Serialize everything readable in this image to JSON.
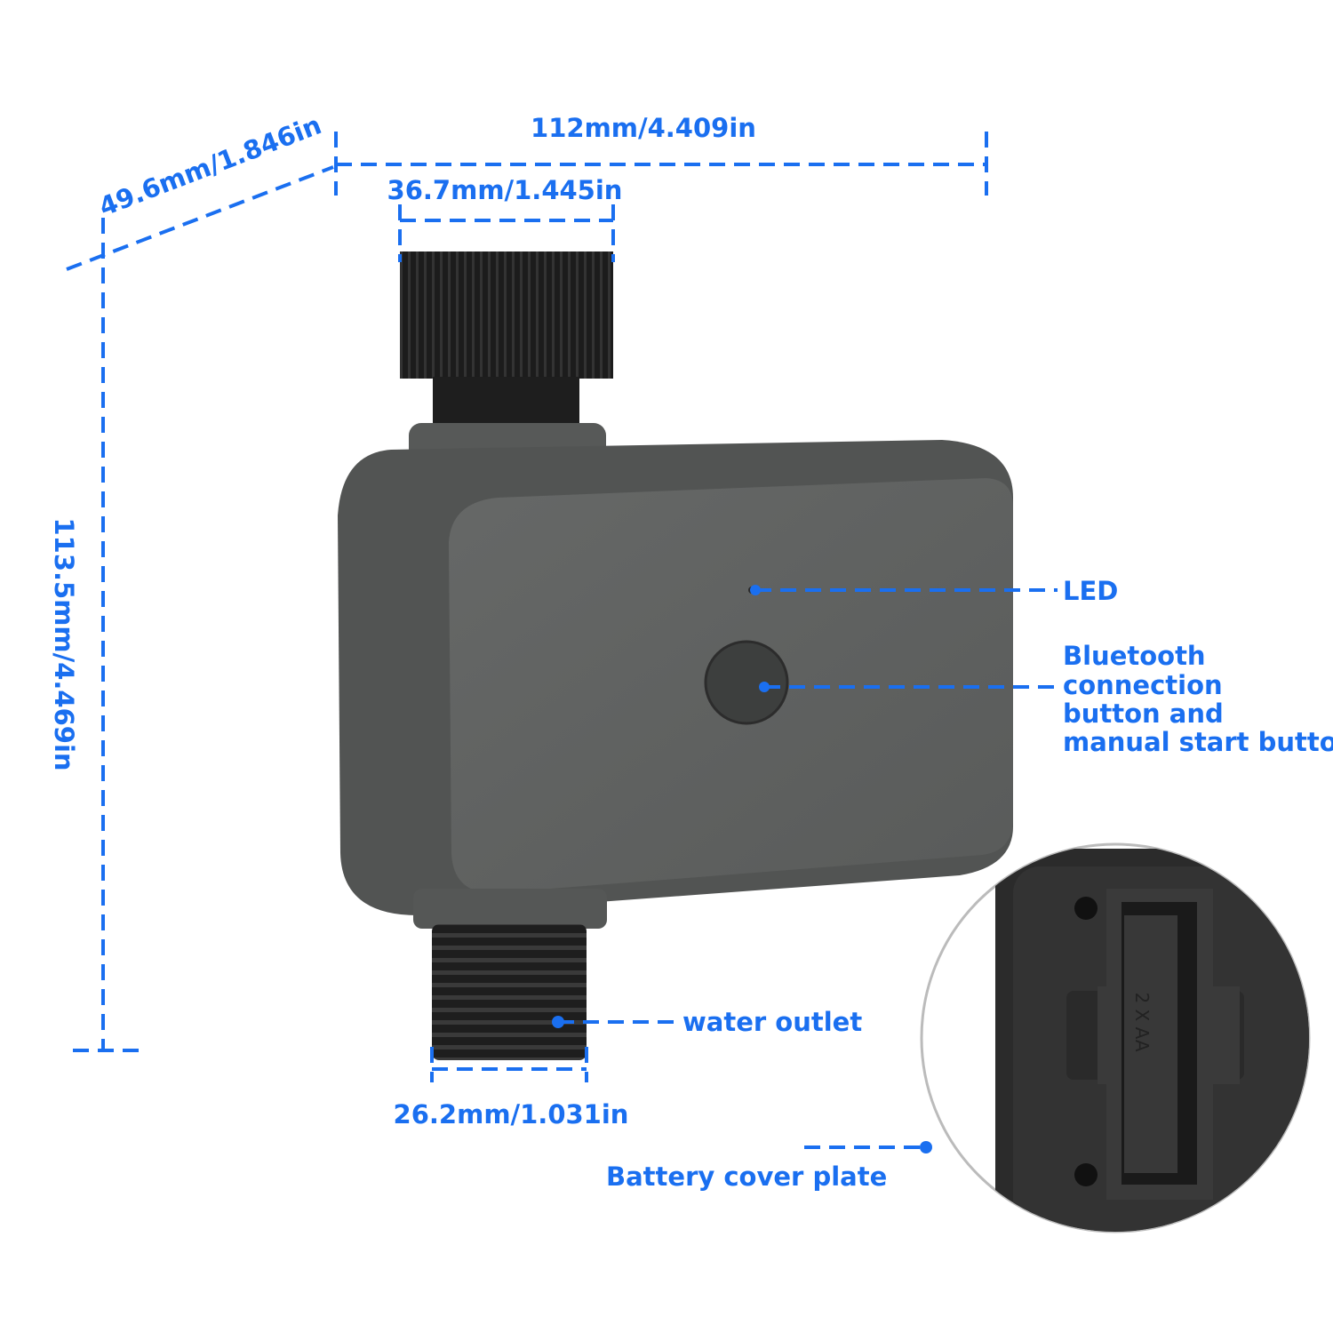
{
  "dimensions": {
    "width": "112mm/4.409in",
    "depth": "49.6mm/1.846in",
    "height": "113.5mm/4.469in",
    "inlet_width": "36.7mm/1.445in",
    "outlet_width": "26.2mm/1.031in"
  },
  "callouts": {
    "led": "LED",
    "button_lines": [
      "Bluetooth",
      "connection",
      "button and",
      "manual start button"
    ],
    "water_outlet": "water outlet",
    "battery_cover": "Battery cover plate"
  },
  "battery_marking": "2 X AA",
  "colors": {
    "accent": "#1a6ff0",
    "body": "#5f6160",
    "connector": "#1e1e1e"
  }
}
